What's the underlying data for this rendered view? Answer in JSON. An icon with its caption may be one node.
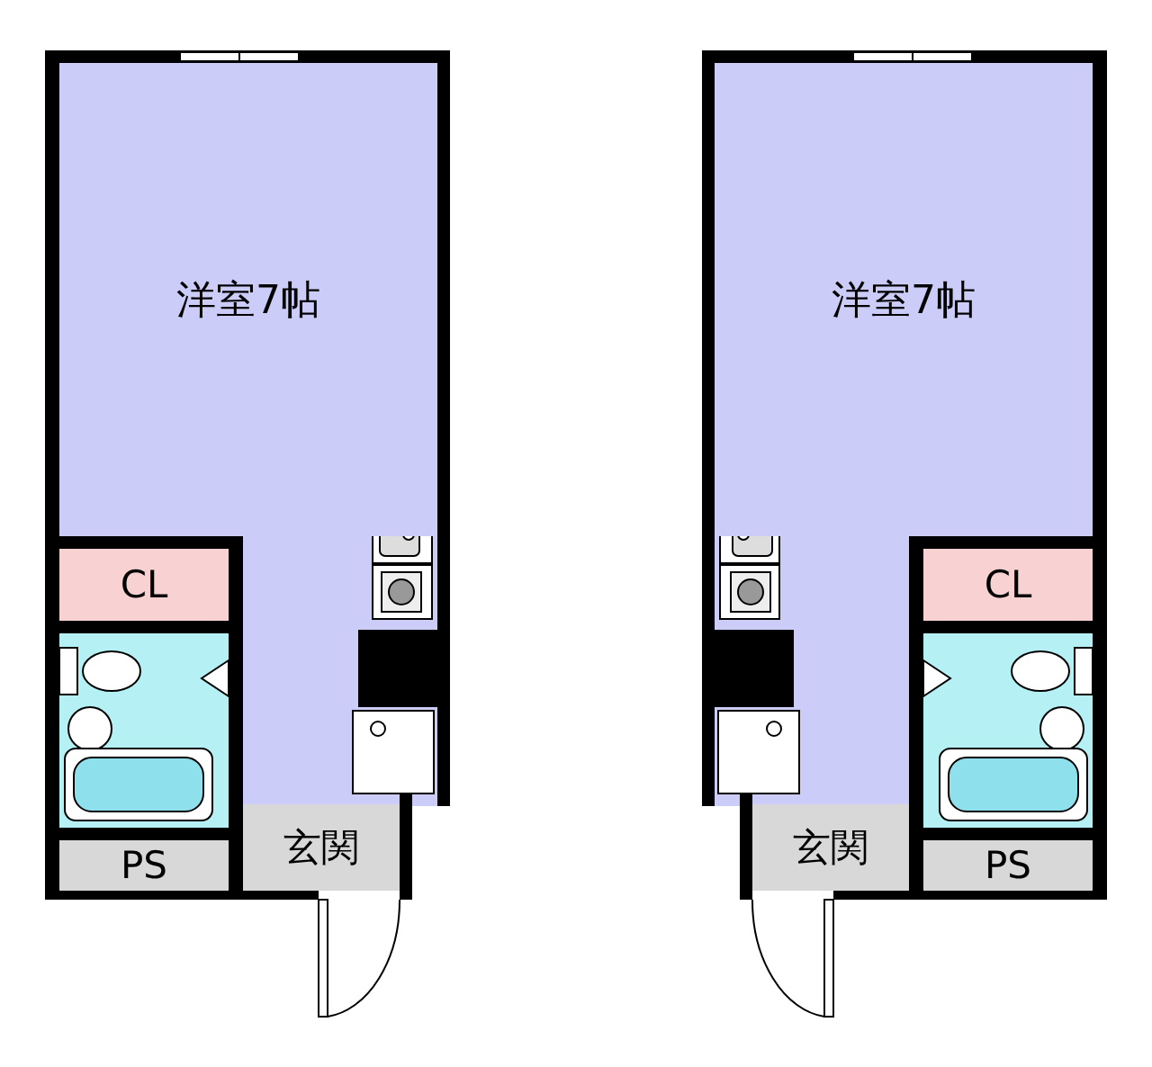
{
  "diagram": {
    "nodes": [
      {
        "text": [
          "洋室7帖"
        ]
      },
      {
        "text": [
          "CL"
        ]
      },
      {
        "text": [
          "PS"
        ]
      },
      {
        "text": [
          "玄関"
        ]
      },
      {
        "text": [
          "洋室7帖"
        ]
      },
      {
        "text": [
          "CL"
        ]
      },
      {
        "text": [
          "PS"
        ]
      },
      {
        "text": [
          "玄関"
        ]
      }
    ]
  }
}
